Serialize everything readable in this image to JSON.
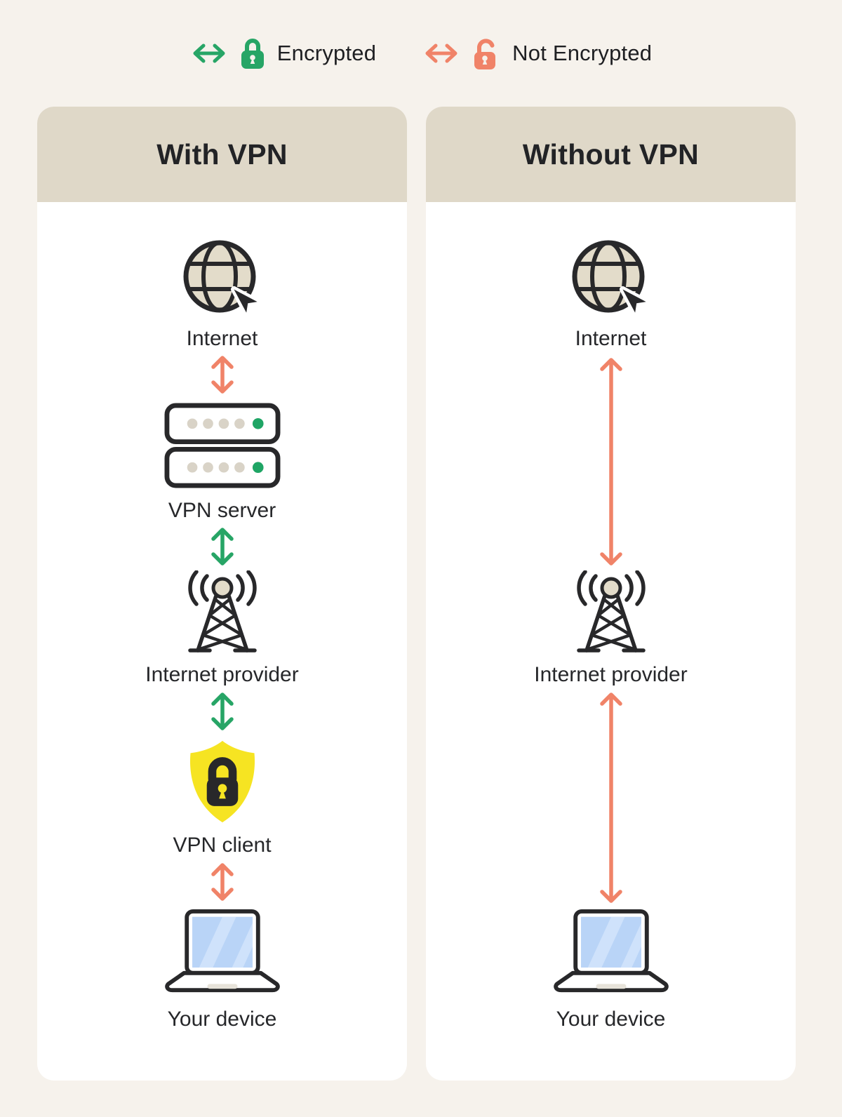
{
  "legend": {
    "items": [
      {
        "label": "Encrypted",
        "type": "encrypted"
      },
      {
        "label": "Not Encrypted",
        "type": "not-encrypted"
      }
    ]
  },
  "columns": [
    {
      "title": "With VPN",
      "nodes": [
        {
          "icon": "globe-cursor-icon",
          "label": "Internet"
        },
        {
          "icon": "vpn-server-icon",
          "label": "VPN server"
        },
        {
          "icon": "radio-tower-icon",
          "label": "Internet provider"
        },
        {
          "icon": "shield-lock-icon",
          "label": "VPN client"
        },
        {
          "icon": "laptop-icon",
          "label": "Your device"
        }
      ],
      "links": [
        {
          "from": "Internet",
          "to": "VPN server",
          "type": "not-encrypted"
        },
        {
          "from": "VPN server",
          "to": "Internet provider",
          "type": "encrypted"
        },
        {
          "from": "Internet provider",
          "to": "VPN client",
          "type": "encrypted"
        },
        {
          "from": "VPN client",
          "to": "Your device",
          "type": "not-encrypted"
        }
      ]
    },
    {
      "title": "Without VPN",
      "nodes": [
        {
          "icon": "globe-cursor-icon",
          "label": "Internet"
        },
        {
          "icon": "radio-tower-icon",
          "label": "Internet provider"
        },
        {
          "icon": "laptop-icon",
          "label": "Your device"
        }
      ],
      "links": [
        {
          "from": "Internet",
          "to": "Internet provider",
          "type": "not-encrypted"
        },
        {
          "from": "Internet provider",
          "to": "Your device",
          "type": "not-encrypted"
        }
      ]
    }
  ],
  "colors": {
    "background": "#f6f2ec",
    "card": "#ffffff",
    "header": "#dfd8c8",
    "ink": "#28282a",
    "text": "#26272a",
    "encrypted": "#27a566",
    "not_encrypted": "#f08368",
    "shield_yellow": "#f6e422",
    "tan": "#e3dcca",
    "dot_gray": "#d9d3c7",
    "dot_green": "#1fa565",
    "screen_blue": "#b9d4f7",
    "screen_stripe": "#cfe2fb"
  }
}
